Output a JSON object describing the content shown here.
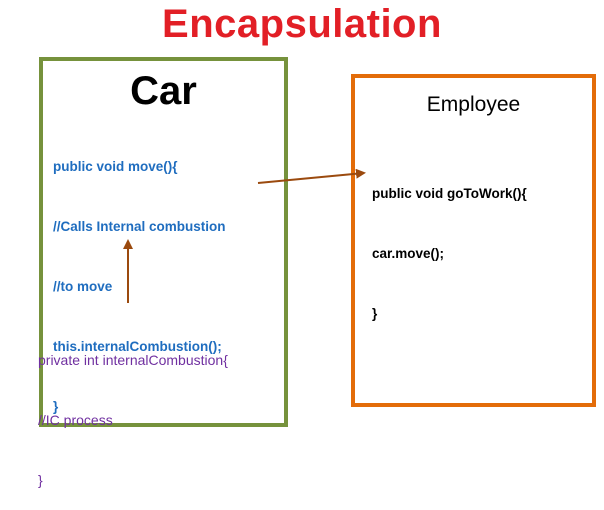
{
  "title": "Encapsulation",
  "car": {
    "title": "Car",
    "code_lines": [
      "public void move(){",
      "//Calls Internal combustion",
      "//to move",
      "this.internalCombustion();",
      "}"
    ],
    "private_lines": [
      "private int internalCombustion{",
      "//IC process",
      "}"
    ]
  },
  "employee": {
    "title": "Employee",
    "code_lines": [
      "public void goToWork(){",
      "car.move();",
      "}"
    ]
  },
  "colors": {
    "title": "#e21f26",
    "car_border": "#76923c",
    "employee_border": "#e36c09",
    "car_code": "#1f6dbf",
    "private_code": "#7030a0",
    "arrow": "#9b4a0e"
  }
}
